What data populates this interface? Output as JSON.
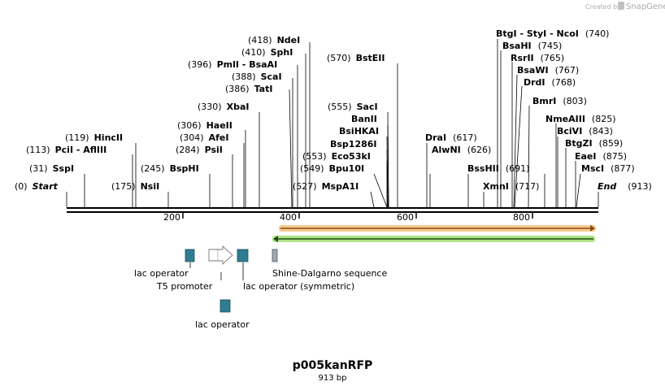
{
  "credit": {
    "prefix": "Created by",
    "brand": "SnapGene"
  },
  "plasmid": {
    "name": "p005kanRFP",
    "length_label": "913 bp",
    "length": 913
  },
  "ruler": {
    "ticks": [
      "200",
      "400",
      "600",
      "800"
    ]
  },
  "sites": [
    {
      "num": "(0)",
      "name": "Start"
    },
    {
      "num": "(31)",
      "name": "SspI"
    },
    {
      "num": "(113)",
      "name": "PciI  -  AflIII"
    },
    {
      "num": "(119)",
      "name": "HincII"
    },
    {
      "num": "(175)",
      "name": "NsiI"
    },
    {
      "num": "(245)",
      "name": "BspHI"
    },
    {
      "num": "(284)",
      "name": "PsiI"
    },
    {
      "num": "(304)",
      "name": "AfeI"
    },
    {
      "num": "(306)",
      "name": "HaeII"
    },
    {
      "num": "(330)",
      "name": "XbaI"
    },
    {
      "num": "(386)",
      "name": "TatI"
    },
    {
      "num": "(388)",
      "name": "ScaI"
    },
    {
      "num": "(396)",
      "name": "PmlI  -  BsaAI"
    },
    {
      "num": "(410)",
      "name": "SphI"
    },
    {
      "num": "(418)",
      "name": "NdeI"
    },
    {
      "num": "(527)",
      "name": "MspA1I"
    },
    {
      "num": "(549)",
      "name": "Bpu10I"
    },
    {
      "num": "(553)",
      "name": "Eco53kI"
    },
    {
      "num": "",
      "name": "Bsp1286I"
    },
    {
      "num": "",
      "name": "BsiHKAI"
    },
    {
      "num": "",
      "name": "BanII"
    },
    {
      "num": "(555)",
      "name": "SacI"
    },
    {
      "num": "(570)",
      "name": "BstEII"
    },
    {
      "num": "(617)",
      "name": "DraI"
    },
    {
      "num": "(626)",
      "name": "AlwNI"
    },
    {
      "num": "",
      "name": "BssHII"
    },
    {
      "num": "(691)",
      "name": ""
    },
    {
      "num": "",
      "name": "XmnI"
    },
    {
      "num": "(717)",
      "name": ""
    },
    {
      "num": "(740)",
      "name": "BtgI  -  StyI  -  NcoI"
    },
    {
      "num": "(745)",
      "name": "BsaHI"
    },
    {
      "num": "(765)",
      "name": "RsrII"
    },
    {
      "num": "(767)",
      "name": "BsaWI"
    },
    {
      "num": "(768)",
      "name": "DrdI"
    },
    {
      "num": "(803)",
      "name": "BmrI"
    },
    {
      "num": "(825)",
      "name": "NmeAIII"
    },
    {
      "num": "(843)",
      "name": "BciVI"
    },
    {
      "num": "(859)",
      "name": "BtgZI"
    },
    {
      "num": "(875)",
      "name": "EaeI"
    },
    {
      "num": "(877)",
      "name": "MscI"
    },
    {
      "num": "(913)",
      "name": "End"
    }
  ],
  "features": {
    "lac_operator_1": "lac operator",
    "t5_promoter": "T5 promoter",
    "lac_operator_sym": "lac operator (symmetric)",
    "shine_dalgarno": "Shine-Dalgarno sequence",
    "lac_operator_2": "lac operator"
  },
  "colors": {
    "operator_fill": "#2e7d90",
    "rfp_arrow_glow": "#f5c27a",
    "rfp_arrow_line": "#8a4a12",
    "kan_arrow_glow": "#a6e07a",
    "kan_arrow_line": "#1f4d12",
    "sd_fill": "#a0a8b0"
  }
}
